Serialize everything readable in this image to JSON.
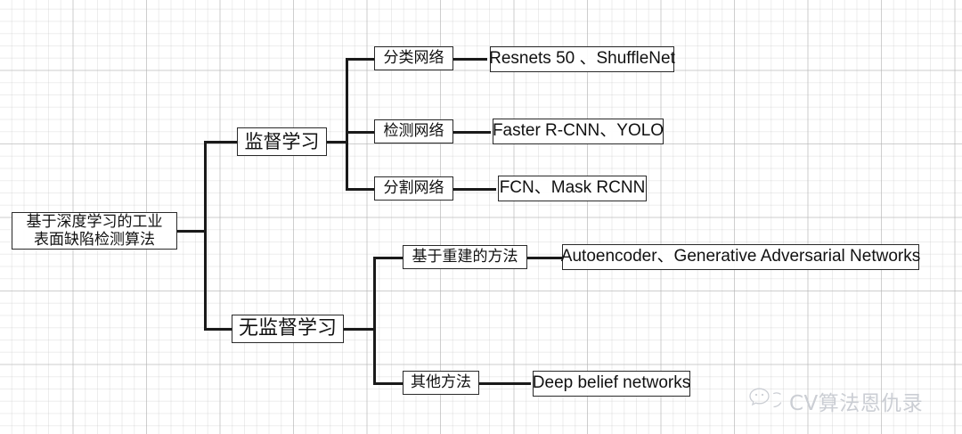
{
  "diagram": {
    "root": {
      "line1": "基于深度学习的工业",
      "line2": "表面缺陷检测算法"
    },
    "branches": [
      {
        "label": "监督学习",
        "children": [
          {
            "label": "分类网络",
            "detail": "Resnets 50 、ShuffleNet"
          },
          {
            "label": "检测网络",
            "detail": "Faster R-CNN、YOLO"
          },
          {
            "label": "分割网络",
            "detail": "FCN、Mask RCNN"
          }
        ]
      },
      {
        "label": "无监督学习",
        "children": [
          {
            "label": "基于重建的方法",
            "detail": "Autoencoder、Generative Adversarial Networks"
          },
          {
            "label": "其他方法",
            "detail": "Deep belief networks"
          }
        ]
      }
    ]
  },
  "watermark": {
    "icon": "wechat-icon",
    "text": "CV算法恩仇录",
    "color": "#c9ccd2"
  },
  "background": {
    "grid_color": "#b4b4b4",
    "page_color": "#ffffff"
  }
}
